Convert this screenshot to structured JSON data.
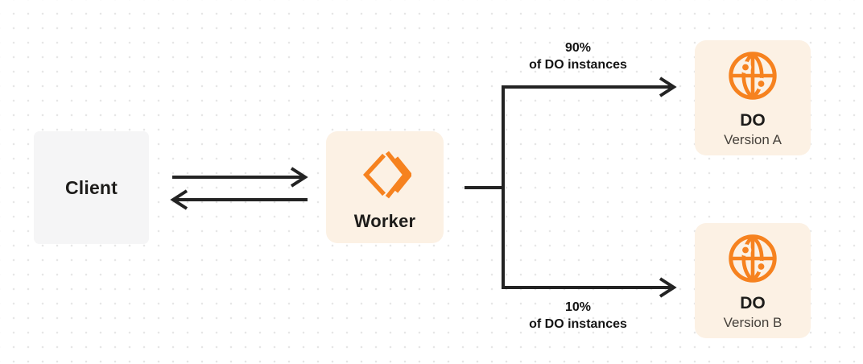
{
  "diagram": {
    "client": {
      "label": "Client"
    },
    "worker": {
      "label": "Worker"
    },
    "do_version_a": {
      "title": "DO",
      "subtitle": "Version A"
    },
    "do_version_b": {
      "title": "DO",
      "subtitle": "Version B"
    },
    "top_branch": {
      "percent": "90%",
      "caption": "of DO instances"
    },
    "bottom_branch": {
      "percent": "10%",
      "caption": "of DO instances"
    },
    "colors": {
      "accent_orange": "#f6821f",
      "node_cream_bg": "#fcf1e4",
      "client_gray_bg": "#f5f5f6",
      "arrow_dark": "#232323",
      "dot_grid": "#e6e6e6"
    },
    "icons": {
      "worker_icon": "workers-logo-icon",
      "do_icon": "globe-icon"
    }
  }
}
